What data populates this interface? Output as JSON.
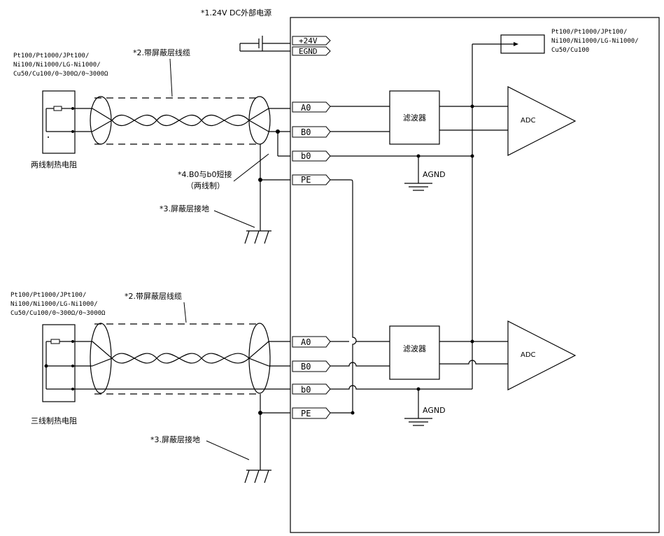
{
  "power": {
    "label": "*1.24V DC外部电源",
    "plus": "+24V",
    "egnd": "EGND"
  },
  "top_right_types": {
    "line1": "Pt100/Pt1000/JPt100/",
    "line2": "Ni100/Ni1000/LG-Ni1000/",
    "line3": "Cu50/Cu100"
  },
  "sensor_types": {
    "line1": "Pt100/Pt1000/JPt100/",
    "line2": "Ni100/Ni1000/LG-Ni1000/",
    "line3": "Cu50/Cu100/0~300Ω/0~3000Ω"
  },
  "notes": {
    "shield_cable": "*2.带屏蔽层线缆",
    "short_b0": "*4.B0与b0短接",
    "short_b0_sub": "（两线制）",
    "shield_ground": "*3.屏蔽层接地"
  },
  "sensors": {
    "two_wire": "两线制热电阻",
    "three_wire": "三线制热电阻"
  },
  "terminals": {
    "a0": "A0",
    "b0_upper": "B0",
    "b0_lower": "b0",
    "pe": "PE"
  },
  "blocks": {
    "filter": "滤波器",
    "adc": "ADC",
    "agnd": "AGND"
  }
}
